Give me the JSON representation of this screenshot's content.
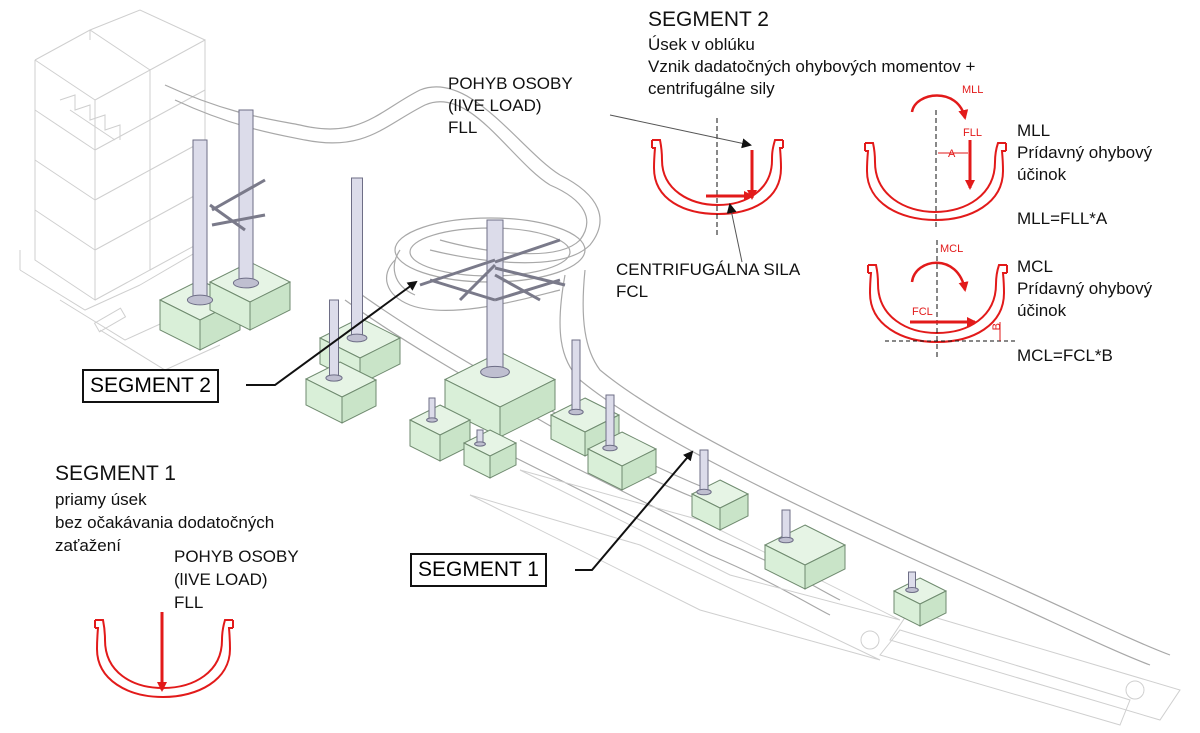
{
  "colors": {
    "force_red": "#e21a1a",
    "footing_fill": "#d9efd8",
    "footing_stroke": "#6f8a6f",
    "column_fill": "#dcdcea",
    "structure_line": "#9a9a9a",
    "faint_line": "#cfcfcf",
    "callout_line": "#111111"
  },
  "segment2_heading": {
    "title": "SEGMENT 2",
    "line1": "Úsek v oblúku",
    "line2": "Vznik dadatočných ohybových momentov +",
    "line3": "centrifugálne sily"
  },
  "segment2_live_load": {
    "line1": "POHYB OSOBY",
    "line2": "(lIVE LOAD)",
    "line3": "FLL"
  },
  "centrifugal": {
    "line1": "CENTRIFUGÁLNA SILA",
    "line2": "FCL"
  },
  "mll_panel": {
    "label_mll_small": "MLL",
    "label_fll_small": "FLL",
    "label_a": "A",
    "line1": "MLL",
    "line2": "Prídavný ohybový",
    "line3": "účinok",
    "formula": "MLL=FLL*A"
  },
  "mcl_panel": {
    "label_mcl_small": "MCL",
    "label_fcl_small": "FCL",
    "label_b": "B",
    "line1": "MCL",
    "line2": "Prídavný ohybový",
    "line3": "účinok",
    "formula": "MCL=FCL*B"
  },
  "segment1_heading": {
    "title": "SEGMENT 1",
    "line1": "priamy úsek",
    "line2": "bez očakávania dodatočných",
    "line3": "zaťažení"
  },
  "segment1_live_load": {
    "line1": "POHYB OSOBY",
    "line2": "(lIVE LOAD)",
    "line3": "FLL"
  },
  "callouts": {
    "segment2": "SEGMENT 2",
    "segment1": "SEGMENT 1"
  }
}
